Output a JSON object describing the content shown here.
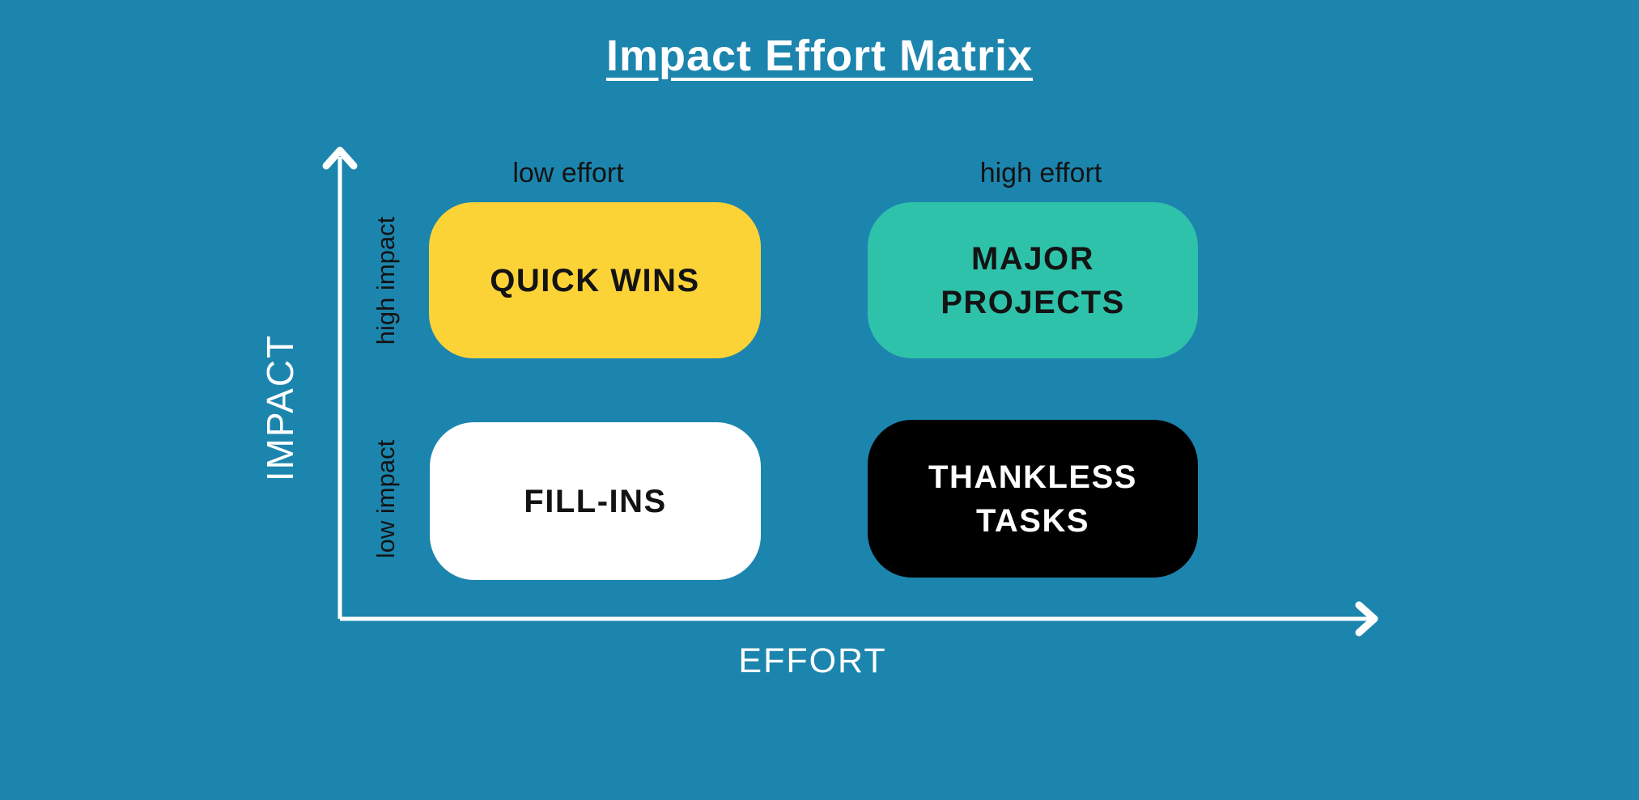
{
  "title": "Impact Effort Matrix",
  "axes": {
    "x_label": "EFFORT",
    "y_label": "IMPACT",
    "x_categories": [
      "low effort",
      "high effort"
    ],
    "y_categories": [
      "high impact",
      "low impact"
    ]
  },
  "quadrants": [
    {
      "id": "quick-wins",
      "lines": [
        "QUICK WINS"
      ],
      "bg": "#FCD337",
      "text": "#131313"
    },
    {
      "id": "major-projects",
      "lines": [
        "MAJOR",
        "PROJECTS"
      ],
      "bg": "#2FC2AB",
      "text": "#131313"
    },
    {
      "id": "fill-ins",
      "lines": [
        "FILL-INS"
      ],
      "bg": "#FFFFFF",
      "text": "#131313"
    },
    {
      "id": "thankless-tasks",
      "lines": [
        "THANKLESS",
        "TASKS"
      ],
      "bg": "#000000",
      "text": "#FFFFFF"
    }
  ],
  "colors": {
    "background": "#1C85AE",
    "axis": "#FFFFFF",
    "title_text": "#FFFFFF",
    "tick_text": "#131313",
    "axis_label_text": "#FFFFFF"
  }
}
